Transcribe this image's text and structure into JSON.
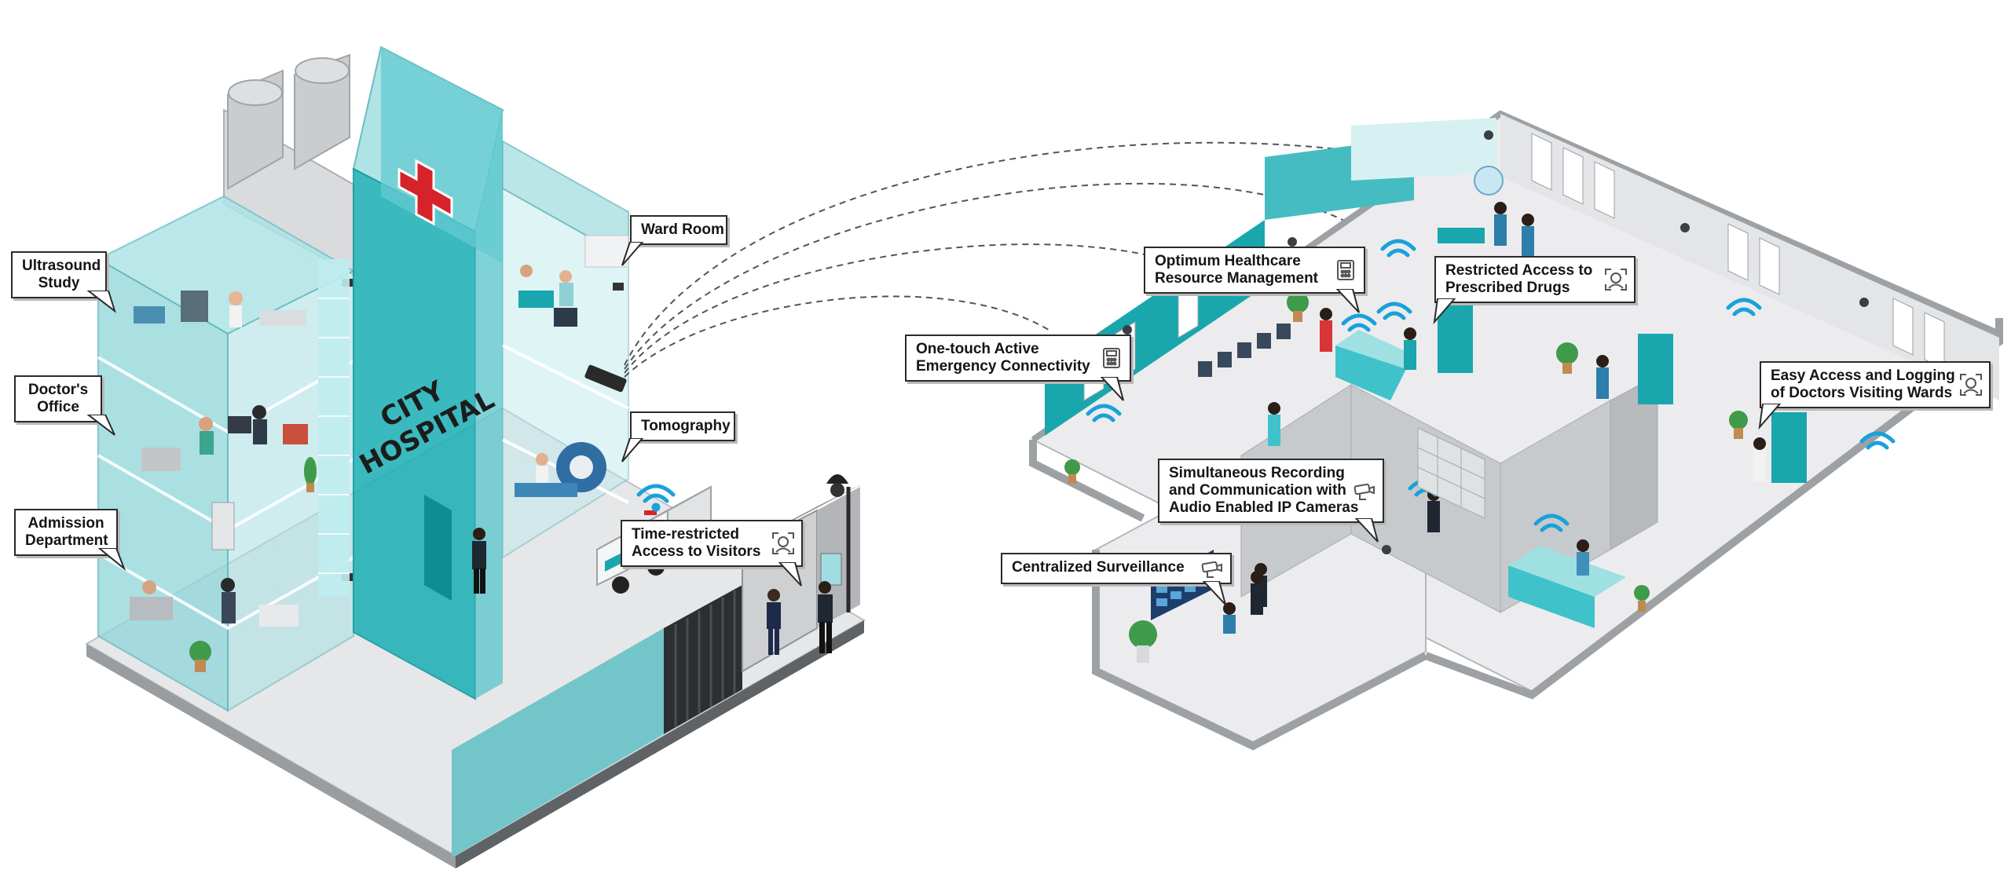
{
  "building": {
    "sign_line1": "CITY",
    "sign_line2": "HOSPITAL"
  },
  "labels": {
    "ultrasound_line1": "Ultrasound",
    "ultrasound_line2": "Study",
    "doctors_office_line1": "Doctor's",
    "doctors_office_line2": "Office",
    "admission_line1": "Admission",
    "admission_line2": "Department",
    "ward_room": "Ward Room",
    "tomography": "Tomography",
    "time_restricted_line1": "Time-restricted",
    "time_restricted_line2": "Access to Visitors",
    "one_touch_line1": "One-touch Active",
    "one_touch_line2": "Emergency Connectivity",
    "optimum_line1": "Optimum Healthcare",
    "optimum_line2": "Resource Management",
    "restricted_drugs_line1": "Restricted Access to",
    "restricted_drugs_line2": "Prescribed Drugs",
    "easy_access_line1": "Easy Access and Logging",
    "easy_access_line2": "of Doctors Visiting Wards",
    "simultaneous_line1": "Simultaneous Recording",
    "simultaneous_line2": "and Communication with",
    "simultaneous_line3": "Audio Enabled IP Cameras",
    "centralized": "Centralized Surveillance"
  },
  "icons": {
    "phone": "intercom-phone-icon",
    "face": "face-recognition-icon",
    "camera": "ip-camera-icon",
    "wifi": "wifi-signal-icon"
  },
  "colors": {
    "glass": "#7fd3d6",
    "teal": "#19a6ad",
    "teal_dark": "#0f8d93",
    "floor": "#e9eaec",
    "wall": "#c9cccf",
    "red_cross": "#d6232a"
  }
}
